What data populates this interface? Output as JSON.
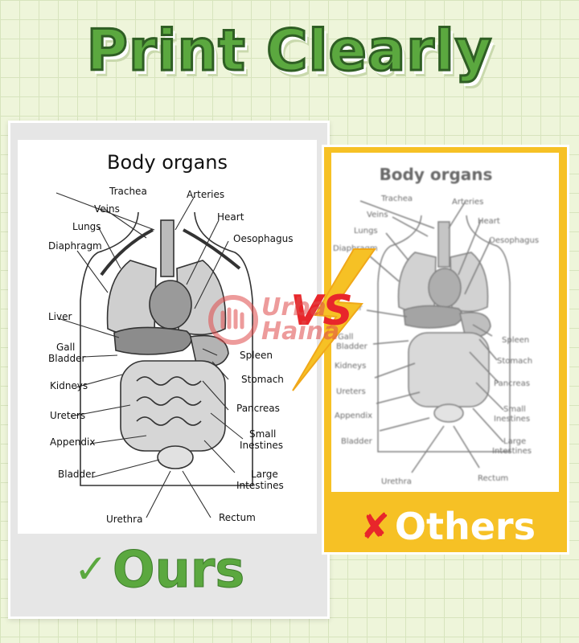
{
  "headline": "Print Clearly",
  "chart_title": "Body organs",
  "labels": {
    "trachea": "Trachea",
    "veins": "Veins",
    "arteries": "Arteries",
    "heart": "Heart",
    "lungs": "Lungs",
    "oesophagus": "Oesophagus",
    "diaphragm": "Diaphragm",
    "liver": "Liver",
    "gall": "Gall",
    "bladder_word": "Bladder",
    "spleen": "Spleen",
    "stomach": "Stomach",
    "kidneys": "Kidneys",
    "pancreas": "Pancreas",
    "ureters": "Ureters",
    "small": "Small",
    "inestines": "Inestines",
    "appendix": "Appendix",
    "large": "Large",
    "intestines": "Intestines",
    "bladder": "Bladder",
    "rectum": "Rectum",
    "urethra": "Urethra"
  },
  "verdict_ours": {
    "mark": "✓",
    "text": "Ours"
  },
  "verdict_others": {
    "mark": "✘",
    "text": "Others"
  },
  "vs_text": "VS",
  "watermark": {
    "line1": "Urba",
    "line2": "Haina"
  },
  "colors": {
    "green": "#5ba83f",
    "dark_green": "#2f5e24",
    "yellow": "#f6c125",
    "red": "#e8262b"
  }
}
